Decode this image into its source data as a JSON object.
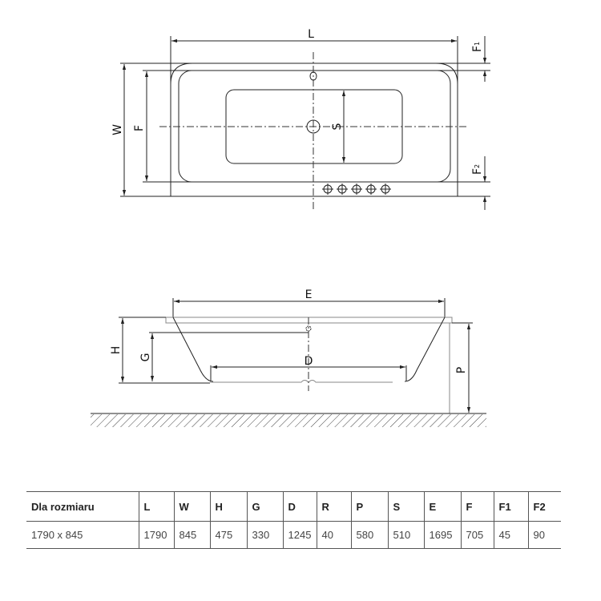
{
  "top_view": {
    "labels": {
      "L": "L",
      "W": "W",
      "F": "F",
      "S": "S",
      "F1": "F",
      "F1_sub": "1",
      "F2": "F",
      "F2_sub": "2"
    }
  },
  "side_view": {
    "labels": {
      "E": "E",
      "H": "H",
      "G": "G",
      "D": "D",
      "P": "P"
    }
  },
  "table": {
    "headers": [
      "Dla rozmiaru",
      "L",
      "W",
      "H",
      "G",
      "D",
      "R",
      "P",
      "S",
      "E",
      "F",
      "F1",
      "F2"
    ],
    "rows": [
      [
        "1790 x 845",
        "1790",
        "845",
        "475",
        "330",
        "1245",
        "40",
        "580",
        "510",
        "1695",
        "705",
        "45",
        "90"
      ]
    ]
  }
}
